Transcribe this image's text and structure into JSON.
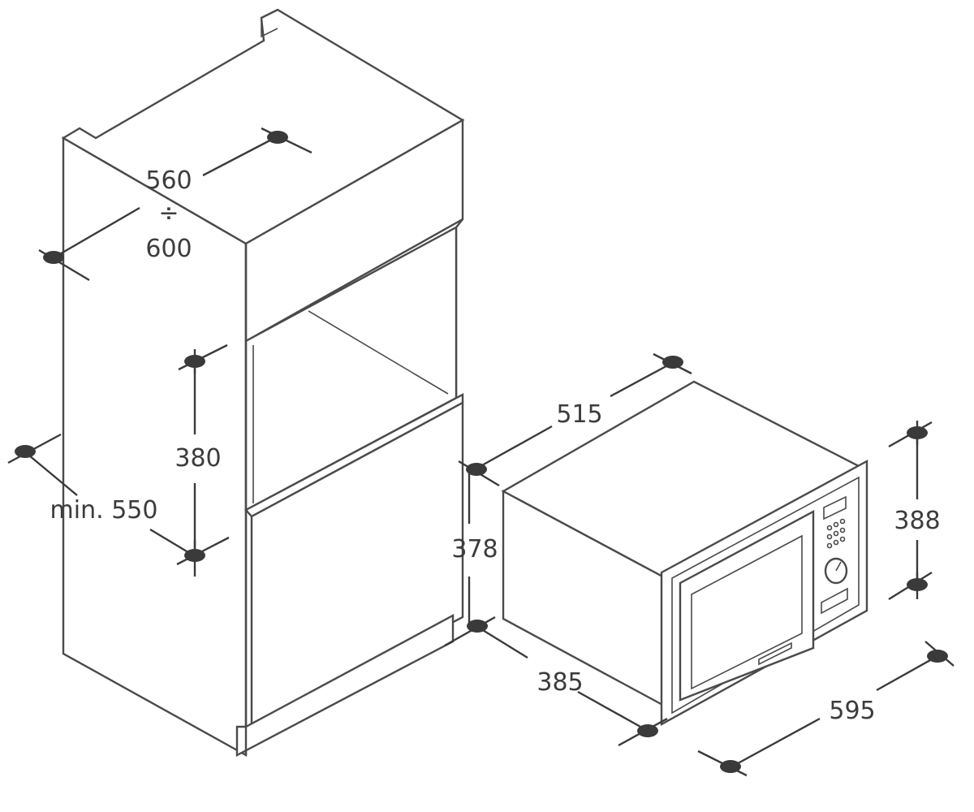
{
  "dimensions": {
    "cabinet_width": "560",
    "cabinet_width_separator": "÷",
    "cabinet_width_alt": "600",
    "niche_height": "380",
    "cabinet_depth": "min. 550",
    "oven_depth": "515",
    "oven_body_height": "378",
    "oven_front_height": "388",
    "oven_side_depth": "385",
    "oven_front_width": "595"
  }
}
